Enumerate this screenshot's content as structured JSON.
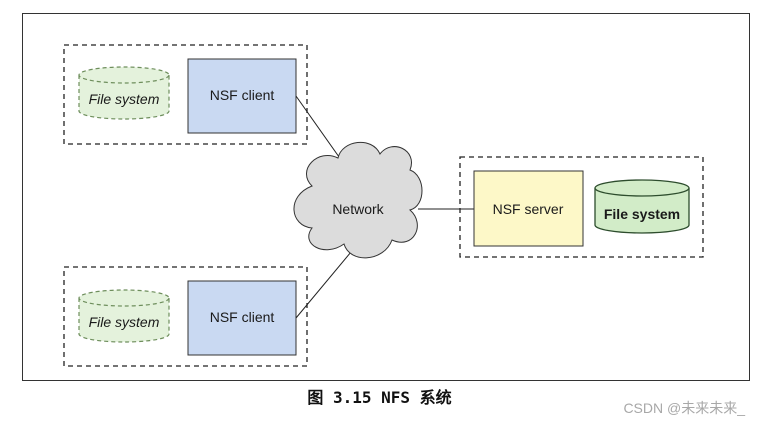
{
  "diagram": {
    "client_top": {
      "filesystem_label": "File system",
      "client_label": "NSF client"
    },
    "client_bottom": {
      "filesystem_label": "File system",
      "client_label": "NSF client"
    },
    "network_label": "Network",
    "server": {
      "server_label": "NSF server",
      "filesystem_label": "File system"
    },
    "colors": {
      "client_fill": "#c9d9f2",
      "server_fill": "#fdf8c8",
      "client_fs_fill": "#e4f2dc",
      "server_fs_fill": "#d2ecc8",
      "cloud_fill": "#dcdcdc"
    }
  },
  "caption": "图 3.15 NFS 系统",
  "watermark": "CSDN @未来未来_"
}
